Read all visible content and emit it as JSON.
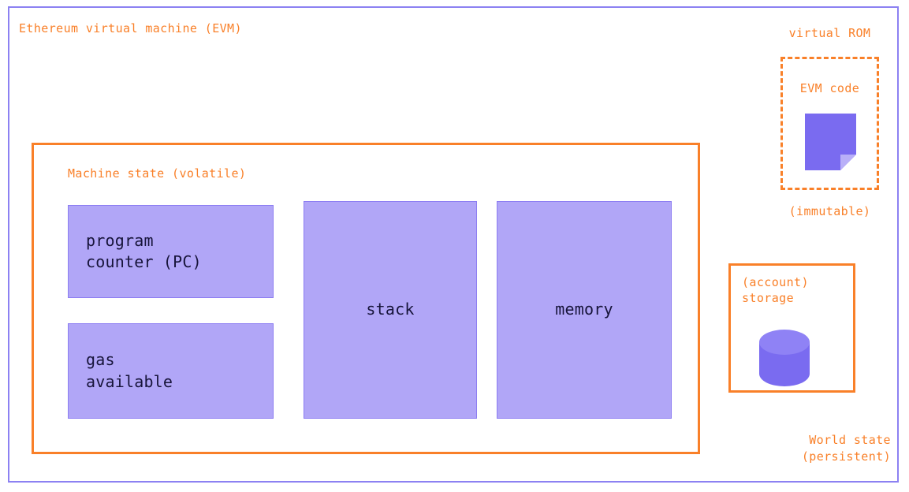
{
  "diagram": {
    "title": "Ethereum virtual machine (EVM)",
    "colors": {
      "accent_orange": "#f98029",
      "frame_purple": "#8c81f2",
      "box_fill": "#b1a6f7",
      "box_border": "#8c7df2",
      "text_dark": "#17143a",
      "background": "#ffffff"
    }
  },
  "machine_state": {
    "title": "Machine state (volatile)",
    "boxes": [
      {
        "id": "program-counter",
        "label": "program\ncounter (PC)"
      },
      {
        "id": "gas-available",
        "label": "gas\navailable"
      },
      {
        "id": "stack",
        "label": "stack"
      },
      {
        "id": "memory",
        "label": "memory"
      }
    ]
  },
  "virtual_rom": {
    "title": "virtual ROM",
    "inner_label": "EVM code",
    "icon": "document-icon",
    "footnote": "(immutable)"
  },
  "world_state": {
    "storage_label": "(account)\nstorage",
    "icon": "database-icon",
    "footnote": "World state\n(persistent)"
  }
}
